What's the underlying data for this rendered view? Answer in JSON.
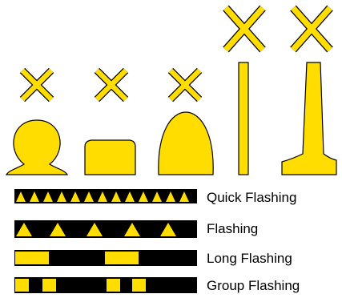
{
  "colors": {
    "mark_yellow": "#ffdd00",
    "outline": "#000000",
    "background": "#ffffff"
  },
  "marks": [
    {
      "shape": "spherical",
      "topmark": "x-cross"
    },
    {
      "shape": "pillar-low",
      "topmark": "x-cross"
    },
    {
      "shape": "conical-dome",
      "topmark": "x-cross"
    },
    {
      "shape": "spar",
      "topmark": "x-cross"
    },
    {
      "shape": "tower-pillar",
      "topmark": "x-cross"
    }
  ],
  "legend": [
    {
      "label": "Quick Flashing",
      "pattern": "quick-flashing"
    },
    {
      "label": "Flashing",
      "pattern": "flashing"
    },
    {
      "label": "Long Flashing",
      "pattern": "long-flashing"
    },
    {
      "label": "Group Flashing",
      "pattern": "group-flashing"
    }
  ]
}
